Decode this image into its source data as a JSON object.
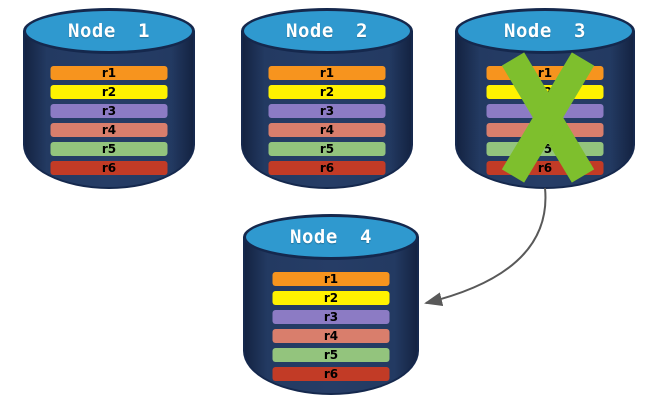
{
  "diagram": {
    "type": "replication-failover-diagram",
    "description": "Four database node cylinders each holding replicas r1-r6; Node 3 is crossed out with a green X and a curved arrow points from Node 3 to Node 4"
  },
  "colors": {
    "cylinder_top": "#2f99cf",
    "cylinder_body": "#1e3054",
    "cylinder_border": "#15284d",
    "node_title_text": "#ffffff",
    "bar_text": "#000000",
    "failure_x": "#7ebf2d",
    "arrow": "#595959"
  },
  "nodes": [
    {
      "label": "Node 1",
      "failed": false,
      "replicas": [
        {
          "label": "r1",
          "color": "#f7941e"
        },
        {
          "label": "r2",
          "color": "#fff200"
        },
        {
          "label": "r3",
          "color": "#8c7bc4"
        },
        {
          "label": "r4",
          "color": "#d97e6c"
        },
        {
          "label": "r5",
          "color": "#93c47d"
        },
        {
          "label": "r6",
          "color": "#c23b26"
        }
      ]
    },
    {
      "label": "Node 2",
      "failed": false,
      "replicas": [
        {
          "label": "r1",
          "color": "#f7941e"
        },
        {
          "label": "r2",
          "color": "#fff200"
        },
        {
          "label": "r3",
          "color": "#8c7bc4"
        },
        {
          "label": "r4",
          "color": "#d97e6c"
        },
        {
          "label": "r5",
          "color": "#93c47d"
        },
        {
          "label": "r6",
          "color": "#c23b26"
        }
      ]
    },
    {
      "label": "Node 3",
      "failed": true,
      "replicas": [
        {
          "label": "r1",
          "color": "#f7941e"
        },
        {
          "label": "r2",
          "color": "#fff200"
        },
        {
          "label": "r3",
          "color": "#8c7bc4"
        },
        {
          "label": "r4",
          "color": "#d97e6c"
        },
        {
          "label": "r5",
          "color": "#93c47d"
        },
        {
          "label": "r6",
          "color": "#c23b26"
        }
      ]
    },
    {
      "label": "Node 4",
      "failed": false,
      "replicas": [
        {
          "label": "r1",
          "color": "#f7941e"
        },
        {
          "label": "r2",
          "color": "#fff200"
        },
        {
          "label": "r3",
          "color": "#8c7bc4"
        },
        {
          "label": "r4",
          "color": "#d97e6c"
        },
        {
          "label": "r5",
          "color": "#93c47d"
        },
        {
          "label": "r6",
          "color": "#c23b26"
        }
      ]
    }
  ],
  "arrow": {
    "from": "Node 3",
    "to": "Node 4",
    "style": "curved"
  }
}
